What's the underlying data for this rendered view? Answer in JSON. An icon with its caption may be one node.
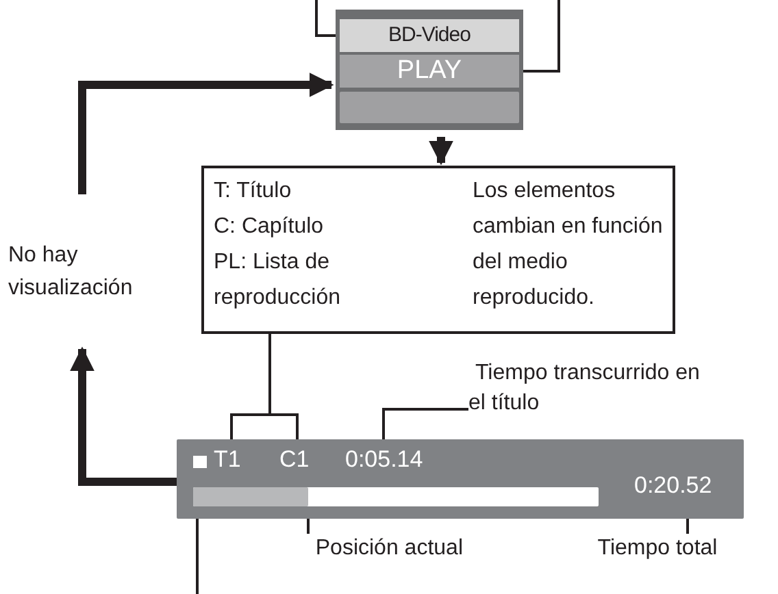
{
  "diagram": {
    "nodes": [
      {
        "text": [],
        "shape": "box"
      },
      {
        "text": [
          "BD-Video"
        ],
        "in": 0
      },
      {
        "text": [
          "PLAY"
        ],
        "in": 0
      },
      {
        "text": [],
        "shape": "bar",
        "in": 0
      },
      {
        "text": [
          "No hay visualización"
        ]
      },
      {
        "text": [
          "T: Título",
          "C: Capítulo",
          "PL: Lista de reproducción",
          "Los elementos cambian en función del medio reproducido."
        ]
      },
      {
        "text": [
          "Tiempo transcurrido en el título"
        ]
      },
      {
        "text": [],
        "shape": "bar"
      },
      {
        "text": [
          "T1"
        ],
        "in": 7
      },
      {
        "text": [
          "C1"
        ],
        "in": 7
      },
      {
        "text": [
          "0:05.14"
        ],
        "in": 7
      },
      {
        "text": [],
        "shape": "bar",
        "in": 7
      },
      {
        "text": [],
        "shape": "bar",
        "in": 11
      },
      {
        "text": [
          "0:20.52"
        ],
        "in": 7
      },
      {
        "text": [
          "Posición actual"
        ]
      },
      {
        "text": [
          "Tiempo total"
        ]
      }
    ],
    "edges": [
      {
        "from": null,
        "to": 1,
        "arrow": "none"
      },
      {
        "from": null,
        "to": 2,
        "arrow": "none"
      },
      {
        "from": 4,
        "to": 0,
        "arrow": "to",
        "style": "thick"
      },
      {
        "from": 0,
        "to": 5,
        "arrow": "to",
        "style": "thick"
      },
      {
        "from": 7,
        "to": 4,
        "arrow": "to",
        "style": "thick"
      },
      {
        "from": 8,
        "to": 5,
        "arrow": "none"
      },
      {
        "from": 9,
        "to": 5,
        "arrow": "none"
      },
      {
        "from": 6,
        "to": 10,
        "arrow": "none"
      },
      {
        "from": 14,
        "to": 12,
        "arrow": "none"
      },
      {
        "from": 15,
        "to": 13,
        "arrow": "none"
      },
      {
        "from": null,
        "to": 12,
        "arrow": "none"
      }
    ]
  }
}
